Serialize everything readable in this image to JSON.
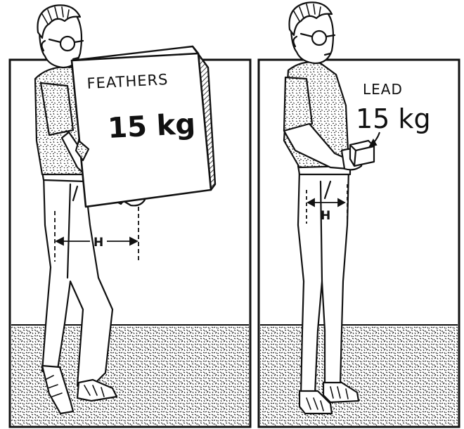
{
  "left_panel": {
    "box_label": "FEATHERS",
    "box_weight": "15 kg",
    "distance_label": "H"
  },
  "right_panel": {
    "object_label": "LEAD",
    "object_weight": "15 kg",
    "distance_label": "H"
  },
  "colors": {
    "ink": "#111111",
    "background": "#ffffff",
    "floor_speckle": "#1a1a1a"
  }
}
